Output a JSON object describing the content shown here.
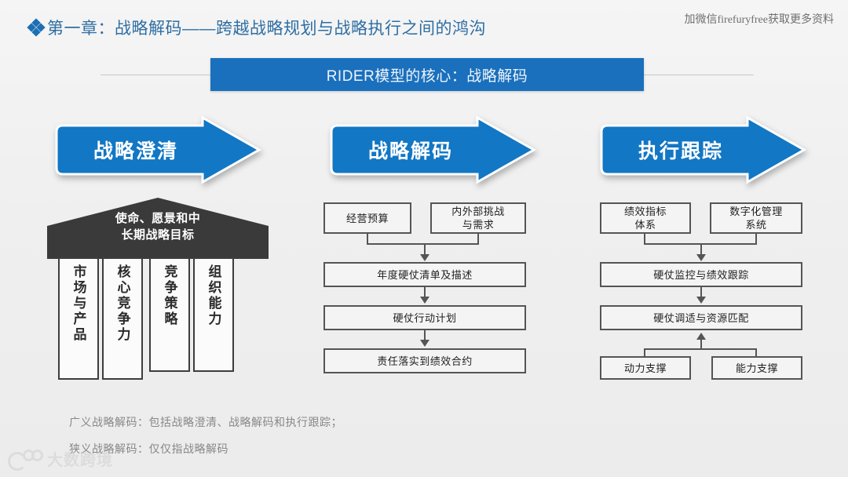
{
  "header": {
    "bullet_icon": "diamond-cluster-icon",
    "chapter_title": "第一章：战略解码——跨越战略规划与战略执行之间的鸿沟",
    "watermark": "加微信firefuryfree获取更多资料",
    "banner_title": "RIDER模型的核心：战略解码"
  },
  "colors": {
    "accent_blue": "#1a70bd",
    "arrow_blue": "#1277c4",
    "title_blue": "#2e6ea3",
    "roof_dark": "#3a3a3a",
    "box_border": "#555555",
    "background": "#f0f0f0"
  },
  "arrows": [
    {
      "label": "战略澄清"
    },
    {
      "label": "战略解码"
    },
    {
      "label": "执行跟踪"
    }
  ],
  "house": {
    "roof_line_1": "使命、愿景和中",
    "roof_line_2": "长期战略目标",
    "pillars": [
      {
        "label": "市场与产品"
      },
      {
        "label": "核心竞争力"
      },
      {
        "label": "竞争策略"
      },
      {
        "label": "组织能力"
      }
    ]
  },
  "flow_mid": {
    "top_left": "经营预算",
    "top_right_line_1": "内外部挑战",
    "top_right_line_2": "与需求",
    "step_1": "年度硬仗清单及描述",
    "step_2": "硬仗行动计划",
    "step_3": "责任落实到绩效合约"
  },
  "flow_right": {
    "top_left_line_1": "绩效指标",
    "top_left_line_2": "体系",
    "top_right_line_1": "数字化管理",
    "top_right_line_2": "系统",
    "step_1": "硬仗监控与绩效跟踪",
    "step_2": "硬仗调适与资源匹配",
    "support_left": "动力支撑",
    "support_right": "能力支撑"
  },
  "notes": {
    "note_1": "广义战略解码：包括战略澄清、战略解码和执行跟踪；",
    "note_2": "狭义战略解码：仅仅指战略解码"
  },
  "logo": {
    "mark_icon": "brand-circles-icon",
    "text": "大数跨境"
  }
}
